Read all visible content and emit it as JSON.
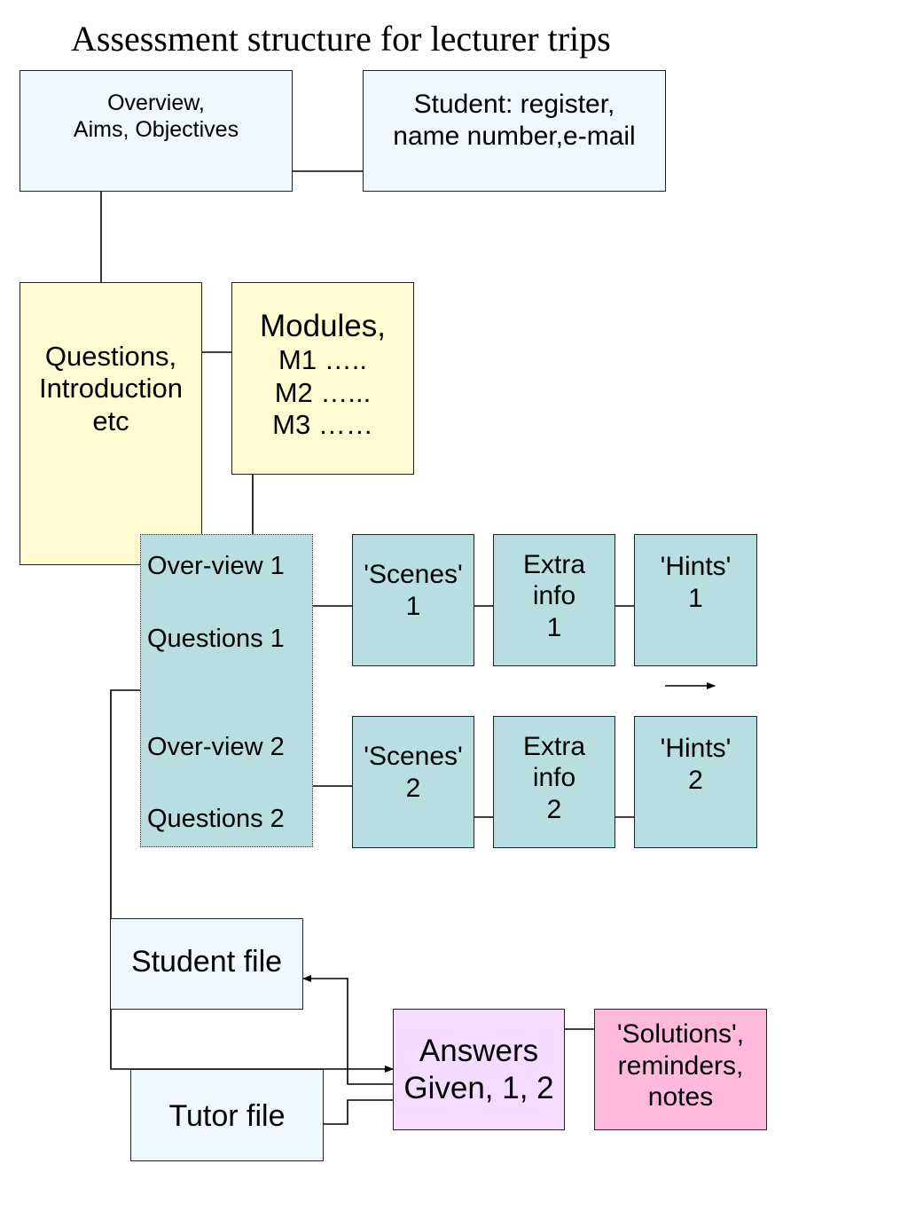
{
  "title": "Assessment structure for lecturer trips",
  "colors": {
    "light": "#eef8fd",
    "yellow": "#fffbd0",
    "teal": "#b9dee2",
    "violet": "#f3dcff",
    "pink": "#ffb9dd"
  },
  "boxes": {
    "overview": {
      "lines": [
        "Overview,",
        "Aims, Objectives"
      ]
    },
    "student_register": {
      "lines": [
        "Student: register,",
        "name number,e-mail"
      ]
    },
    "questions_intro": {
      "lines": [
        "Questions,",
        "Introduction",
        "etc"
      ]
    },
    "modules": {
      "lines": [
        "Modules,",
        "M1 …..",
        "M2 …...",
        "M3 ……"
      ]
    },
    "overview_questions": {
      "items": [
        "Over-view 1",
        "Questions 1",
        "Over-view 2",
        "Questions 2"
      ]
    },
    "scenes_1": {
      "lines": [
        "'Scenes'",
        "1"
      ]
    },
    "extra_info_1": {
      "lines": [
        "Extra",
        "info",
        "1"
      ]
    },
    "hints_1": {
      "lines": [
        "'Hints'",
        "1"
      ]
    },
    "scenes_2": {
      "lines": [
        "'Scenes'",
        "2"
      ]
    },
    "extra_info_2": {
      "lines": [
        "Extra",
        "info",
        "2"
      ]
    },
    "hints_2": {
      "lines": [
        "'Hints'",
        "2"
      ]
    },
    "student_file": {
      "lines": [
        "Student file"
      ]
    },
    "tutor_file": {
      "lines": [
        "Tutor file"
      ]
    },
    "answers": {
      "lines": [
        "Answers",
        "Given, 1, 2"
      ]
    },
    "solutions": {
      "lines": [
        "'Solutions',",
        "reminders,",
        "notes"
      ]
    }
  }
}
